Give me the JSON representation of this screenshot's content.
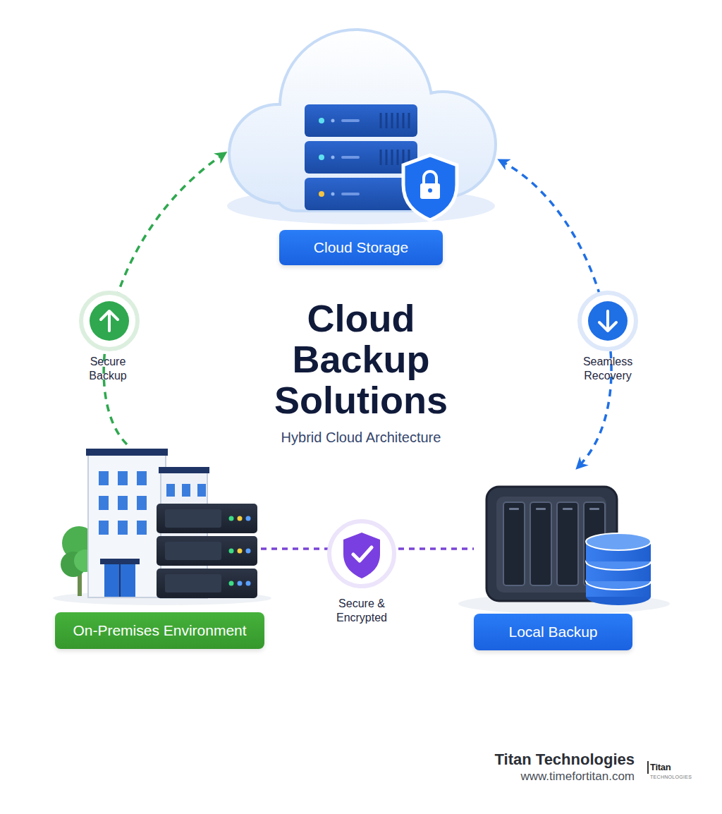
{
  "diagram": {
    "title": "Cloud Backup Solutions",
    "nodes": [
      {
        "text": [
          "Cloud Storage"
        ]
      },
      {
        "text": [
          "On-Premises Environment"
        ]
      },
      {
        "text": [
          "Local Backup"
        ]
      }
    ],
    "edges": [
      {
        "from": 1,
        "to": 0,
        "arrow": "to",
        "label": "Secure Backup"
      },
      {
        "from": 0,
        "to": 2,
        "arrow": "both",
        "label": "Seamless Recovery"
      },
      {
        "from": 1,
        "to": 2,
        "arrow": "none",
        "label": "Secure & Encrypted"
      }
    ],
    "labels": [
      "Hybrid Cloud Architecture",
      "Titan Technologies",
      "www.timefortitan.com",
      "Titan",
      "TECHNOLOGIES"
    ]
  }
}
